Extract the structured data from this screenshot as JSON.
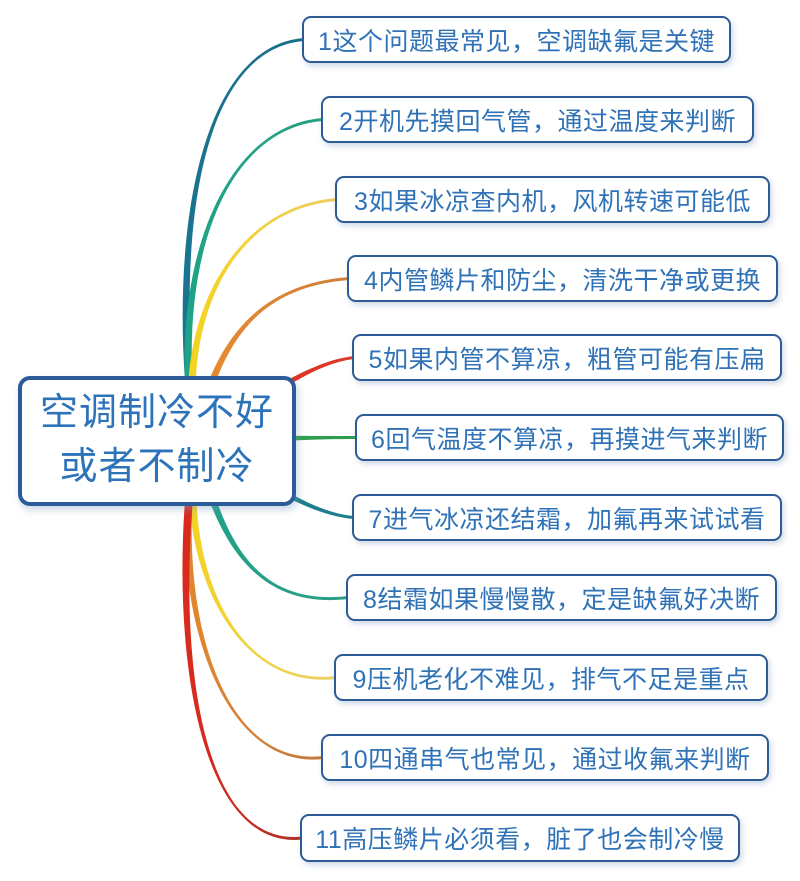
{
  "central": {
    "lines": [
      "空调制冷不好",
      "或者不制冷"
    ]
  },
  "branches": [
    {
      "label": "1这个问题最常见，空调缺氟是关键",
      "color": "#1a7490",
      "color_end": "#166f8a"
    },
    {
      "label": "2开机先摸回气管，通过温度来判断",
      "color": "#1fa387",
      "color_end": "#27a07e"
    },
    {
      "label": "3如果冰凉查内机，风机转速可能低",
      "color": "#f4d322",
      "color_end": "#eccf63"
    },
    {
      "label": "4内管鳞片和防尘，清洗干净或更换",
      "color": "#e98c2d",
      "color_end": "#cf7f3d"
    },
    {
      "label": "5如果内管不算凉，粗管可能有压扁",
      "color": "#e4271a",
      "color_end": "#da3c2c"
    },
    {
      "label": "6回气温度不算凉，再摸进气来判断",
      "color": "#2ba14b",
      "color_end": "#2f9c52"
    },
    {
      "label": "7进气冰凉还结霜，加氟再来试试看",
      "color": "#197c8e",
      "color_end": "#1f7f8b"
    },
    {
      "label": "8结霜如果慢慢散，定是缺氟好决断",
      "color": "#1fa28a",
      "color_end": "#2a9e85"
    },
    {
      "label": "9压机老化不难见，排气不足是重点",
      "color": "#f3d228",
      "color_end": "#ecd06c"
    },
    {
      "label": "10四通串气也常见，通过收氟来判断",
      "color": "#e0862e",
      "color_end": "#c27a40"
    },
    {
      "label": "11高压鳞片必须看，脏了也会制冷慢",
      "color": "#d92a1e",
      "color_end": "#aa3427"
    }
  ],
  "colors": {
    "background": "#ffffff",
    "node_border": "#2c5c95",
    "node_text": "#2f72b6",
    "central_border": "#2b5c99",
    "central_text": "#2d73ba"
  }
}
